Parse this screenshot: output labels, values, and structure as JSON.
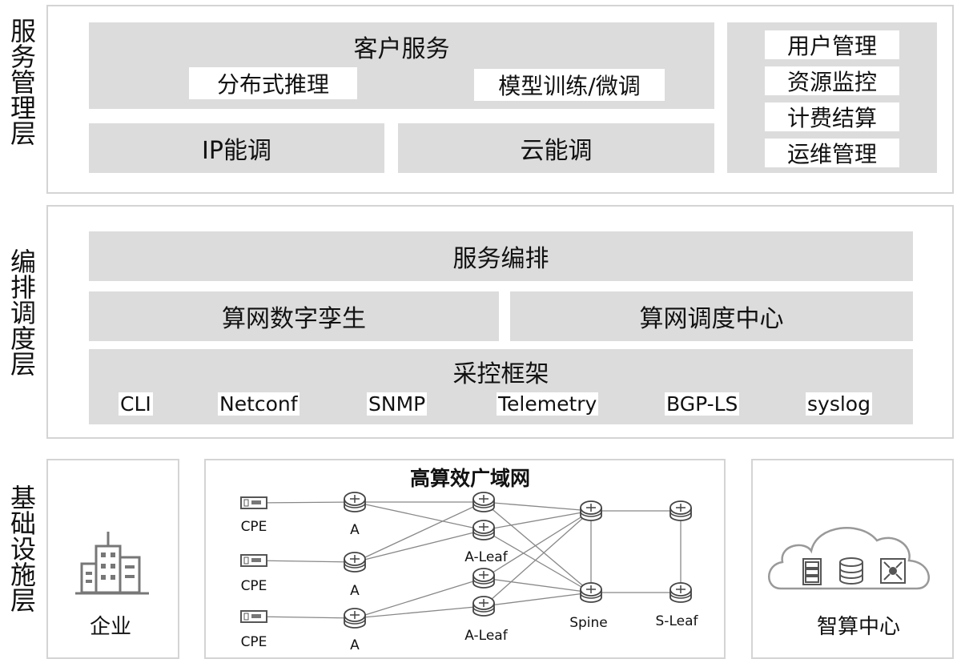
{
  "layers": {
    "service": "服务管理层",
    "orchestration": "编排调度层",
    "infrastructure": "基础设施层"
  },
  "service": {
    "customer_service": "客户服务",
    "distributed_inference": "分布式推理",
    "model_training": "模型训练/微调",
    "ip_scheduling": "IP能调",
    "cloud_scheduling": "云能调",
    "side_items": [
      "用户管理",
      "资源监控",
      "计费结算",
      "运维管理"
    ]
  },
  "orchestration": {
    "service_orchestration": "服务编排",
    "digital_twin": "算网数字孪生",
    "scheduling_center": "算网调度中心",
    "collection_framework": "采控框架",
    "protocols": [
      "CLI",
      "Netconf",
      "SNMP",
      "Telemetry",
      "BGP-LS",
      "syslog"
    ]
  },
  "infra": {
    "enterprise": "企业",
    "wan_title": "高算效广域网",
    "datacenter": "智算中心",
    "labels": {
      "cpe": "CPE",
      "a": "A",
      "a_leaf": "A-Leaf",
      "spine": "Spine",
      "s_leaf": "S-Leaf"
    }
  },
  "colors": {
    "block": "#dcdcdc",
    "border": "#d4d4d4",
    "line": "#888888"
  }
}
